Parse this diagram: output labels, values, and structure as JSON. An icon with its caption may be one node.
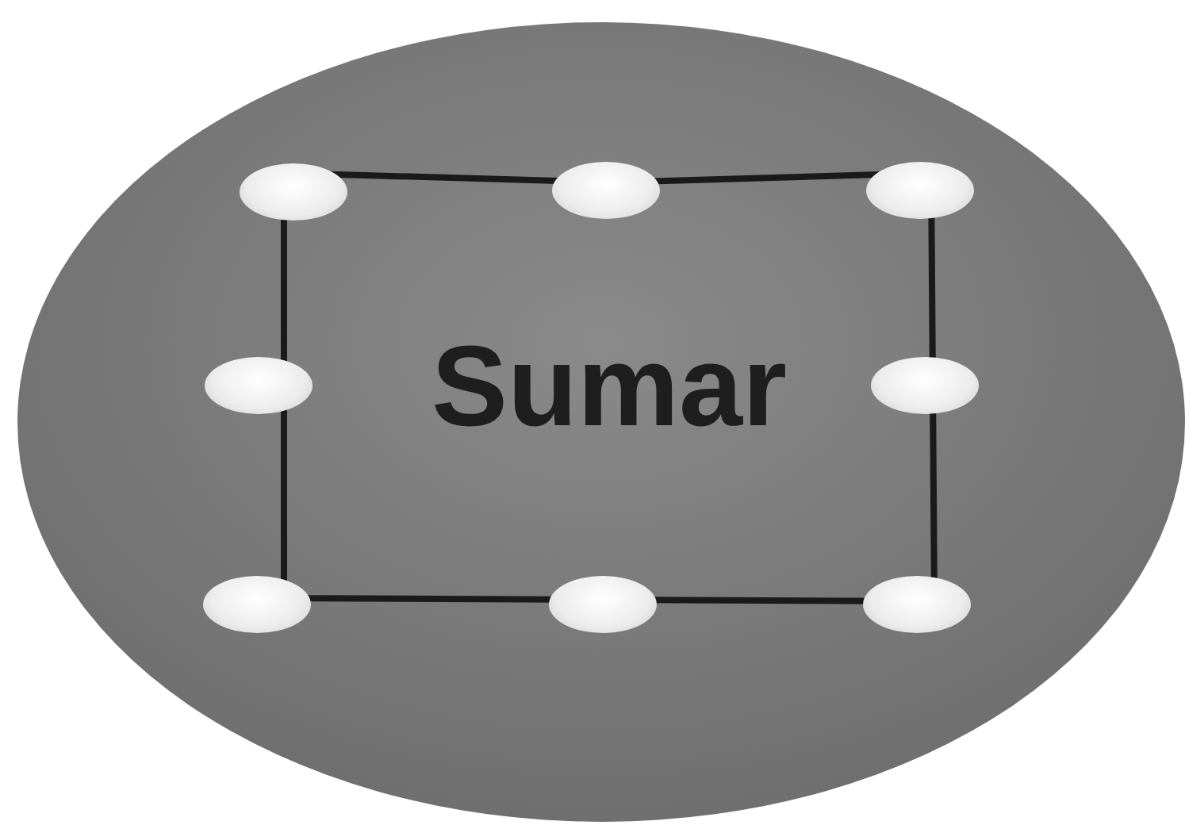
{
  "diagram": {
    "nodes": [
      {
        "text": [
          "Sumar"
        ]
      },
      {
        "text": [],
        "shape": "ellipse"
      },
      {
        "text": [],
        "shape": "ellipse"
      },
      {
        "text": [],
        "shape": "ellipse"
      },
      {
        "text": [],
        "shape": "ellipse"
      },
      {
        "text": [],
        "shape": "ellipse"
      },
      {
        "text": [],
        "shape": "ellipse"
      },
      {
        "text": [],
        "shape": "ellipse"
      },
      {
        "text": [],
        "shape": "ellipse"
      }
    ]
  }
}
